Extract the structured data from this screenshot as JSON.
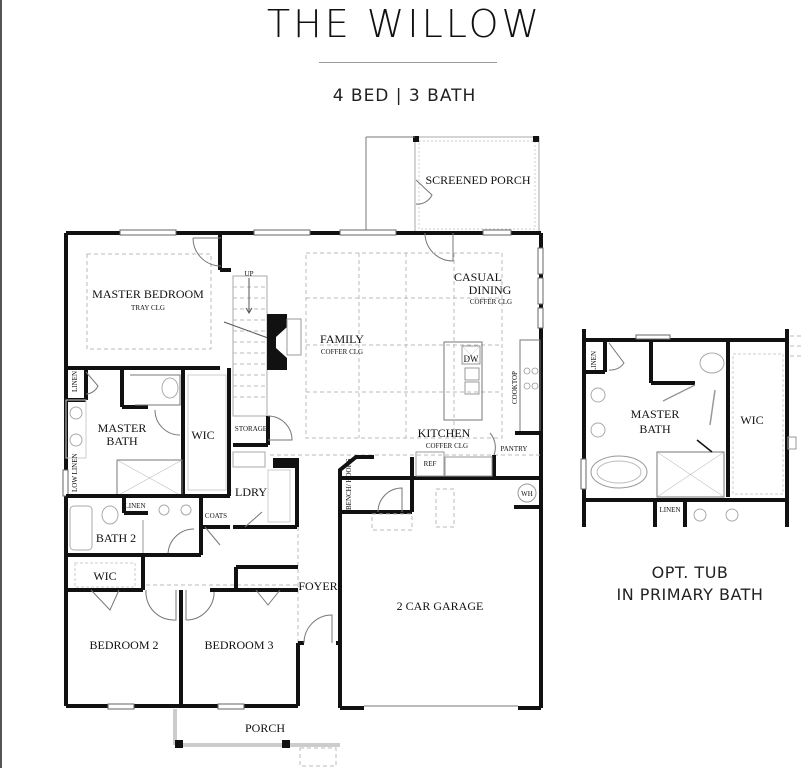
{
  "header": {
    "title": "THE WILLOW",
    "subtitle": "4 BED | 3 BATH"
  },
  "rooms": {
    "screened_porch": "SCREENED PORCH",
    "casual_dining": "CASUAL",
    "casual_dining_2": "DINING",
    "casual_dining_note": "COFFER CLG",
    "master_bedroom": "MASTER BEDROOM",
    "master_bedroom_note": "TRAY CLG",
    "stairs_up": "UP",
    "family": "FAMILY",
    "family_note": "COFFER CLG",
    "dw": "DW",
    "cooktop": "COOKTOP",
    "kitchen": "KITCHEN",
    "kitchen_note": "COFFER CLG",
    "ref": "REF",
    "pantry": "PANTRY",
    "wh": "WH",
    "linen_1": "LINEN",
    "master_bath": "MASTER",
    "master_bath_2": "BATH",
    "wic_master": "WIC",
    "storage": "STORAGE",
    "low_linen": "LOW LINEN",
    "ldry": "LDRY",
    "bench_hooks": "BENCH/ HOOKS",
    "bath2": "BATH 2",
    "linen_2": "LINEN",
    "coats": "COATS",
    "wic_bed2": "WIC",
    "foyer": "FOYER",
    "garage": "2 CAR GARAGE",
    "bedroom2": "BEDROOM 2",
    "bedroom3": "BEDROOM 3",
    "porch": "PORCH"
  },
  "option_inset": {
    "linen": "LINEN",
    "master_bath": "MASTER",
    "master_bath_2": "BATH",
    "wic": "WIC",
    "linen_bottom": "LINEN",
    "note_line1": "OPT. TUB",
    "note_line2": "IN PRIMARY BATH"
  }
}
